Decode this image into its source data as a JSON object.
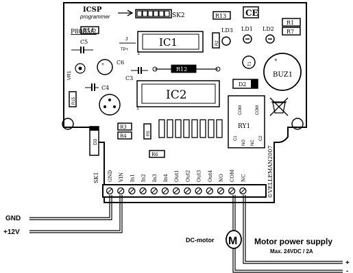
{
  "pcb": {
    "icsp_title": "ICSP",
    "icsp_sub": "programmer",
    "board_id": "P8085/2",
    "header_label": "SK2",
    "ce_mark": "CE",
    "credit": "©VELLEMAN2007",
    "components": {
      "r13": "R13",
      "r14": "R14",
      "r1": "R1",
      "r7": "R7",
      "ic1": "IC1",
      "ic2": "IC2",
      "ld1": "LD1",
      "ld2": "LD2",
      "ld3": "LD3",
      "c5": "C5",
      "c6": "C6",
      "c3": "C3",
      "c4": "C4",
      "vr1": "VR1",
      "r15": "R15",
      "r2": "R2",
      "r12": "R12",
      "d2": "D2",
      "d3": "D3",
      "t1": "T1",
      "buz1": "BUZ1",
      "ry1": "RY1",
      "r3": "R3",
      "r4": "R4",
      "r5": "R5",
      "r6": "R6",
      "j": "J",
      "tp": "TP+",
      "sk1": "SK1",
      "relay_com_a": "COM",
      "relay_com_b": "COM",
      "relay_c1": "C1",
      "relay_c2": "C2",
      "relay_no": "NO",
      "relay_nc": "NC"
    }
  },
  "terminals": [
    "GND",
    "VIN",
    "In1",
    "In2",
    "In3",
    "In4",
    "Out1",
    "Out2",
    "Out3",
    "Out4",
    "NO",
    "COM",
    "NC"
  ],
  "wiring": {
    "gnd_label": "GND",
    "v12_label": "+12V",
    "motor_label": "DC-motor",
    "motor_symbol": "M",
    "supply_title": "Motor power supply",
    "supply_sub": "Max. 24VDC / 2A",
    "plus": "+",
    "minus": "-"
  }
}
